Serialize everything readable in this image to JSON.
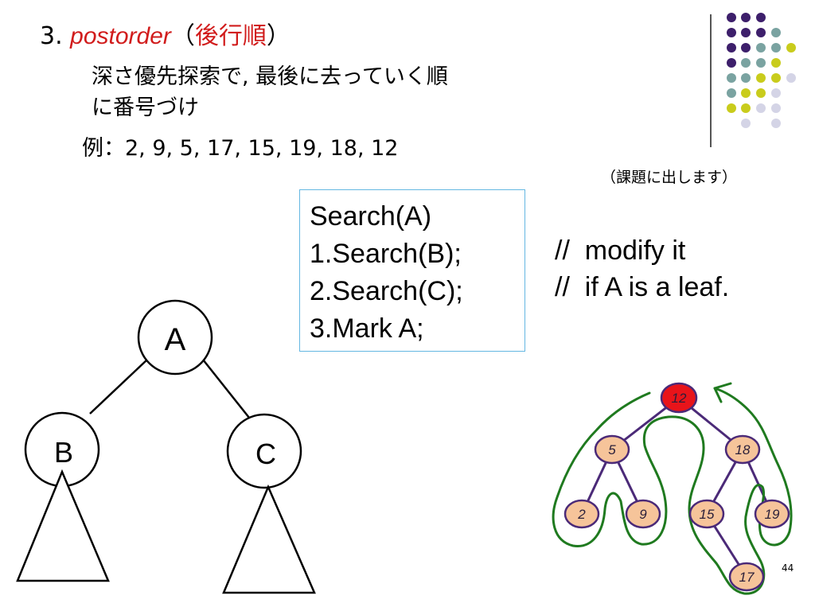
{
  "slide": {
    "title_number": "3.",
    "title_term": "postorder",
    "title_paren_open": "（",
    "title_jp": "後行順",
    "title_paren_close": "）",
    "desc_line1": "深さ優先探索で, 最後に去っていく順",
    "desc_line2": "に番号づけ",
    "example": "例：2, 9, 5, 17, 15, 19, 18, 12",
    "assignment_note": "（課題に出します）",
    "page_number": "44"
  },
  "code": {
    "lines": [
      "Search(A)",
      "1.Search(B);",
      "2.Search(C);",
      "3.Mark A;"
    ]
  },
  "comments": {
    "lines": [
      "//  modify it",
      "//  if A is a leaf."
    ]
  },
  "abstract_tree": {
    "root": "A",
    "left": "B",
    "right": "C"
  },
  "example_tree": {
    "root": "12",
    "left": "5",
    "right": "18",
    "left_left": "2",
    "left_right": "9",
    "right_left": "15",
    "right_right": "19",
    "right_left_right": "17"
  },
  "colors": {
    "title_accent": "#d11c1c",
    "code_border": "#64b7e2",
    "node_fill": "#f6c49a",
    "node_stroke": "#4b2a78",
    "root_fill": "#e8141a",
    "traversal_path": "#1f7a1f",
    "dot_purple": "#3d1f6b",
    "dot_teal": "#7aa3a1",
    "dot_yellow": "#c9cc1c",
    "dot_lavender": "#d4d4e6"
  }
}
